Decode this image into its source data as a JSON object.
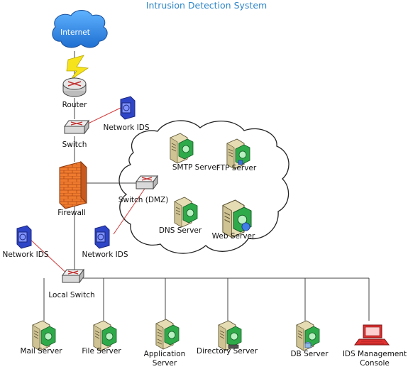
{
  "title": "Intrusion Detection System",
  "colors": {
    "title": "#2e86c9",
    "cloud_internet": "#2f8fe6",
    "firewall": "#e8702a",
    "ids_sensor": "#3a4fd0",
    "server_body": "#d8cfa8",
    "server_panel": "#2faa4a",
    "console": "#e03030",
    "ids_link": "#d23a3a"
  },
  "nodes": {
    "internet": "Internet",
    "router": "Router",
    "switch": "Switch",
    "network_ids_top": "Network IDS",
    "firewall": "Firewall",
    "switch_dmz": "Switch (DMZ)",
    "network_ids_dmz": "Network IDS",
    "network_ids_left": "Network IDS",
    "local_switch": "Local Switch"
  },
  "dmz_servers": {
    "smtp": "SMTP Server",
    "ftp": "FTP Server",
    "dns": "DNS Server",
    "web": "Web Server"
  },
  "lan_nodes": {
    "mail": "Mail Server",
    "file": "File Server",
    "app_line1": "Application",
    "app_line2": "Server",
    "directory": "Directory Server",
    "db": "DB Server",
    "console_line1": "IDS Management",
    "console_line2": "Console"
  }
}
